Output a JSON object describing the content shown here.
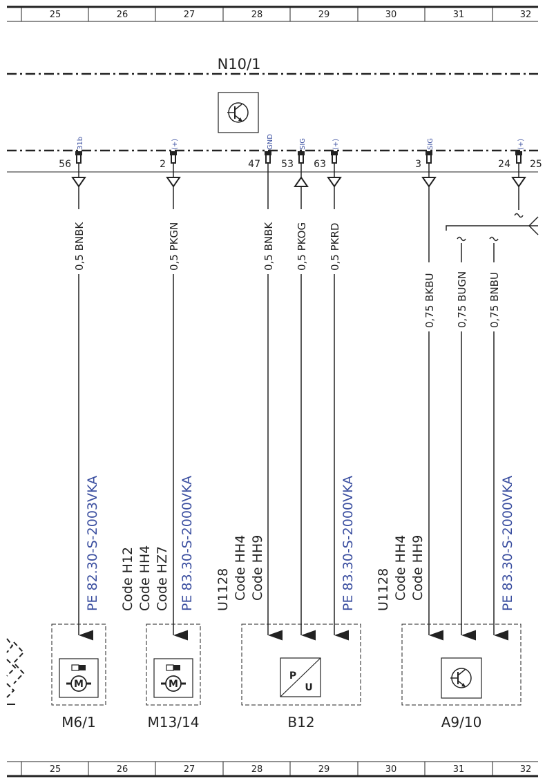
{
  "grid": [
    "25",
    "26",
    "27",
    "28",
    "29",
    "30",
    "31",
    "32"
  ],
  "module": {
    "name": "N10/1"
  },
  "pins": [
    {
      "num": "56",
      "type": "31b"
    },
    {
      "num": "2",
      "type": "(+)"
    },
    {
      "num": "47",
      "type": "GND"
    },
    {
      "num": "53",
      "type": "SIG"
    },
    {
      "num": "63",
      "type": "(+)"
    },
    {
      "num": "3",
      "type": "SIG"
    },
    {
      "num": "24",
      "type": "(+)"
    },
    {
      "num": "25",
      "type": ""
    }
  ],
  "wires": [
    {
      "label": "0,5 BNBK"
    },
    {
      "label": "0,5 PKGN"
    },
    {
      "label": "0,5 BNBK"
    },
    {
      "label": "0,5 PKOG"
    },
    {
      "label": "0,5 PKRD"
    },
    {
      "label": "0,75 BKBU"
    },
    {
      "label": "0,75 BUGN"
    },
    {
      "label": "0,75 BNBU"
    }
  ],
  "references": [
    "PE 82.30-S-2003VKA",
    "PE 83.30-S-2000VKA",
    "PE 83.30-S-2000VKA",
    "PE 83.30-S-2000VKA"
  ],
  "codes": [
    [
      "Code H12",
      "Code HH4",
      "Code HZ7"
    ],
    [
      "U1128",
      "Code HH4",
      "Code HH9"
    ],
    [
      "U1128",
      "Code HH4",
      "Code HH9"
    ]
  ],
  "components": [
    {
      "label": "M6/1",
      "icon": "motor-icon",
      "symbol": "M"
    },
    {
      "label": "M13/14",
      "icon": "motor-icon",
      "symbol": "M"
    },
    {
      "label": "B12",
      "icon": "pressure-sensor-icon",
      "symbol_p": "P",
      "symbol_u": "U"
    },
    {
      "label": "A9/10",
      "icon": "transistor-icon"
    }
  ],
  "colors": {
    "line": "#222222",
    "accent": "#3b4fa0",
    "background": "#ffffff"
  }
}
